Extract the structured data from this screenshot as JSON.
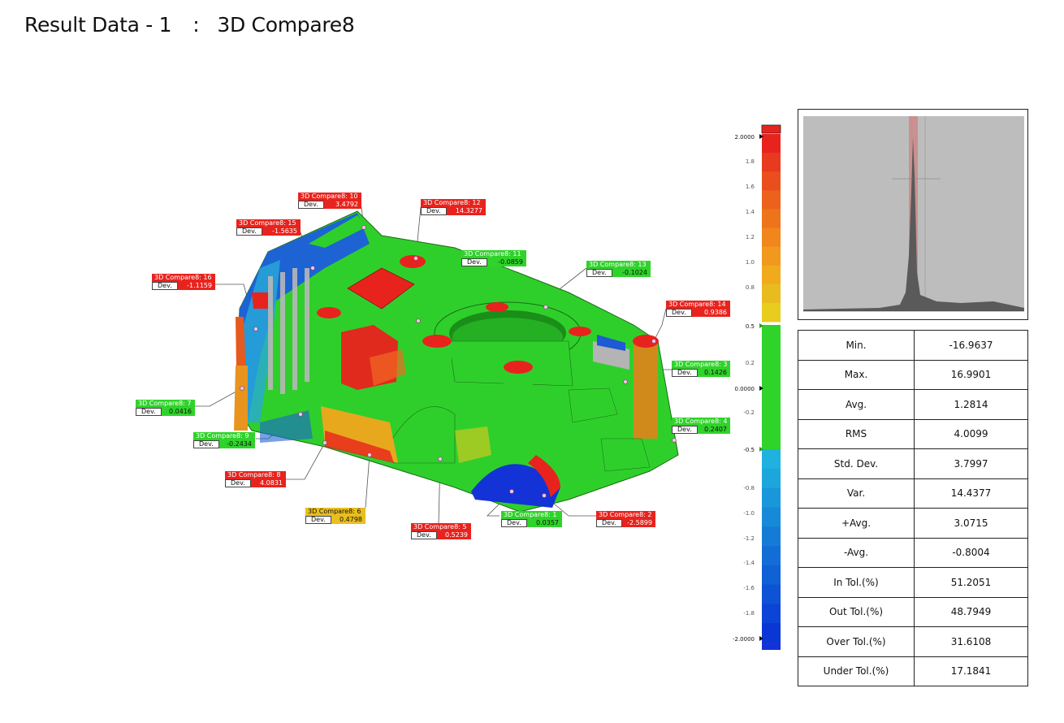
{
  "header": {
    "title": "Result Data - 1",
    "separator": ":",
    "subtitle": "3D Compare8"
  },
  "callouts": [
    {
      "label": "3D Compare8: 10",
      "dev_label": "Dev.",
      "dev": "3.4792",
      "status": "red"
    },
    {
      "label": "3D Compare8: 12",
      "dev_label": "Dev.",
      "dev": "14.3277",
      "status": "red"
    },
    {
      "label": "3D Compare8: 15",
      "dev_label": "Dev.",
      "dev": "-1.5635",
      "status": "red"
    },
    {
      "label": "3D Compare8: 11",
      "dev_label": "Dev.",
      "dev": "-0.0859",
      "status": "green"
    },
    {
      "label": "3D Compare8: 13",
      "dev_label": "Dev.",
      "dev": "-0.1024",
      "status": "green"
    },
    {
      "label": "3D Compare8: 16",
      "dev_label": "Dev.",
      "dev": "-1.1159",
      "status": "red"
    },
    {
      "label": "3D Compare8: 14",
      "dev_label": "Dev.",
      "dev": "0.9386",
      "status": "red"
    },
    {
      "label": "3D Compare8: 3",
      "dev_label": "Dev.",
      "dev": "0.1426",
      "status": "green"
    },
    {
      "label": "3D Compare8: 7",
      "dev_label": "Dev.",
      "dev": "0.0416",
      "status": "green"
    },
    {
      "label": "3D Compare8: 4",
      "dev_label": "Dev.",
      "dev": "0.2407",
      "status": "green"
    },
    {
      "label": "3D Compare8: 9",
      "dev_label": "Dev.",
      "dev": "-0.2434",
      "status": "green"
    },
    {
      "label": "3D Compare8: 8",
      "dev_label": "Dev.",
      "dev": "4.0831",
      "status": "red"
    },
    {
      "label": "3D Compare8: 6",
      "dev_label": "Dev.",
      "dev": "0.4798",
      "status": "yellow"
    },
    {
      "label": "3D Compare8: 1",
      "dev_label": "Dev.",
      "dev": "0.0357",
      "status": "green"
    },
    {
      "label": "3D Compare8: 2",
      "dev_label": "Dev.",
      "dev": "-2.5899",
      "status": "red"
    },
    {
      "label": "3D Compare8: 5",
      "dev_label": "Dev.",
      "dev": "0.5239",
      "status": "red"
    }
  ],
  "color_scale": {
    "max": "2.0000",
    "min": "-2.0000",
    "zero": "0.0000",
    "upper_tol": "0.5",
    "lower_tol": "-0.5",
    "ticks": [
      "1.8",
      "1.6",
      "1.4",
      "1.2",
      "1.0",
      "0.8",
      "0.2",
      "-0.2",
      "-0.8",
      "-1.0",
      "-1.2",
      "-1.4",
      "-1.6",
      "-1.8"
    ],
    "colors": {
      "over": "#e8231e",
      "in_tol": "#2fd32a",
      "under": "#1433d6"
    }
  },
  "stats": [
    {
      "name": "Min.",
      "value": "-16.9637"
    },
    {
      "name": "Max.",
      "value": "16.9901"
    },
    {
      "name": "Avg.",
      "value": "1.2814"
    },
    {
      "name": "RMS",
      "value": "4.0099"
    },
    {
      "name": "Std. Dev.",
      "value": "3.7997"
    },
    {
      "name": "Var.",
      "value": "14.4377"
    },
    {
      "name": "+Avg.",
      "value": "3.0715"
    },
    {
      "name": "-Avg.",
      "value": "-0.8004"
    },
    {
      "name": "In Tol.(%)",
      "value": "51.2051"
    },
    {
      "name": "Out Tol.(%)",
      "value": "48.7949"
    },
    {
      "name": "Over Tol.(%)",
      "value": "31.6108"
    },
    {
      "name": "Under Tol.(%)",
      "value": "17.1841"
    }
  ]
}
